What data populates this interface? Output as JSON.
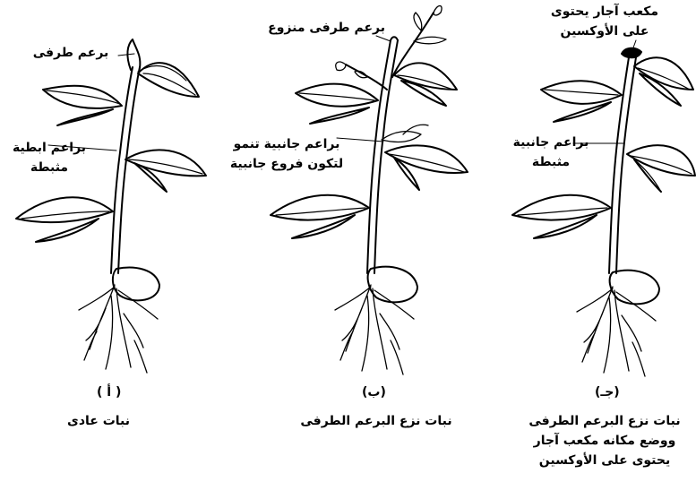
{
  "plants": [
    {
      "letter": "( أ )",
      "caption": "نبات عادى",
      "labels": {
        "top": "برعم طرفى",
        "side_1": "براعم ابطية",
        "side_2": "مثبطة"
      }
    },
    {
      "letter": "(ب)",
      "caption": "نبات نزع البرعم الطرفى",
      "labels": {
        "top": "برعم طرفى منزوع",
        "side_1": "براعم جانبية تنمو",
        "side_2": "لتكون فروع جانبية"
      }
    },
    {
      "letter": "(جـ)",
      "caption_1": "نبات نزع البرعم الطرفى",
      "caption_2": "ووضع مكانه مكعب آجار",
      "caption_3": "يحتوى على الأوكسين",
      "labels": {
        "top_1": "مكعب آجار يحتوى",
        "top_2": "على الأوكسين",
        "side_1": "براعم جانبية",
        "side_2": "مثبطة"
      }
    }
  ]
}
